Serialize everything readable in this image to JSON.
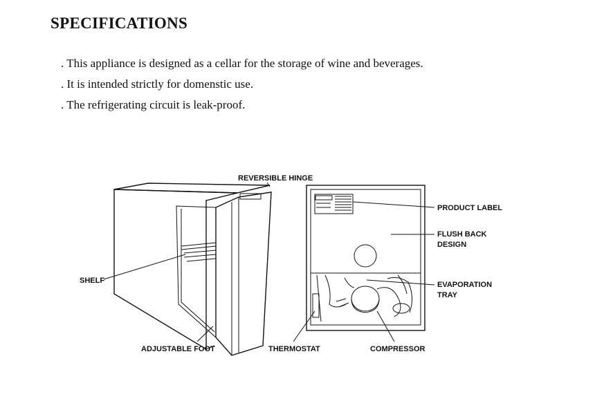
{
  "heading": "SPECIFICATIONS",
  "bullets": [
    ". This appliance is designed as a cellar for the storage of wine and beverages.",
    ". It is intended strictly for domenstic use.",
    ". The refrigerating circuit is leak-proof."
  ],
  "figure": {
    "labels": {
      "reversible_hinge": "REVERSIBLE HINGE",
      "shelf": "SHELF",
      "adjustable_foot": "ADJUSTABLE FOOT",
      "thermostat": "THERMOSTAT",
      "compressor": "COMPRESSOR",
      "product_label": "PRODUCT LABEL",
      "flush_back_design_1": "FLUSH BACK",
      "flush_back_design_2": "DESIGN",
      "evaporation_tray_1": "EVAPORATION",
      "evaporation_tray_2": "TRAY"
    }
  }
}
